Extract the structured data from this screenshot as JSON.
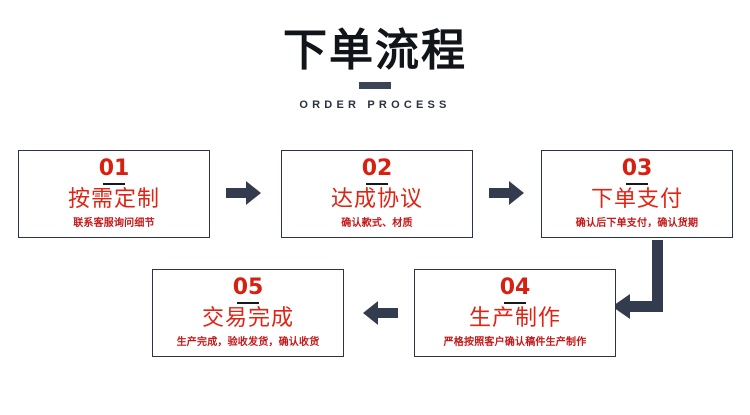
{
  "header": {
    "title": "下单流程",
    "subtitle": "ORDER PROCESS",
    "divider_color": "#3b4557"
  },
  "colors": {
    "number_red": "#d81f10",
    "title_red": "#e02414",
    "desc_red": "#c4191a",
    "box_border": "#2b3445",
    "arrow": "#323c4e",
    "background": "#ffffff"
  },
  "steps": [
    {
      "number": "01",
      "title": "按需定制",
      "desc": "联系客服询问细节"
    },
    {
      "number": "02",
      "title": "达成协议",
      "desc": "确认款式、材质"
    },
    {
      "number": "03",
      "title": "下单支付",
      "desc": "确认后下单支付，确认货期"
    },
    {
      "number": "04",
      "title": "生产制作",
      "desc": "严格按照客户确认稿件生产制作"
    },
    {
      "number": "05",
      "title": "交易完成",
      "desc": "生产完成，验收发货，确认收货"
    }
  ],
  "arrows": [
    {
      "name": "arrow-step1-to-step2",
      "direction": "right"
    },
    {
      "name": "arrow-step2-to-step3",
      "direction": "right"
    },
    {
      "name": "arrow-step3-to-step4",
      "direction": "down-then-left"
    },
    {
      "name": "arrow-step4-to-step5",
      "direction": "left"
    }
  ]
}
